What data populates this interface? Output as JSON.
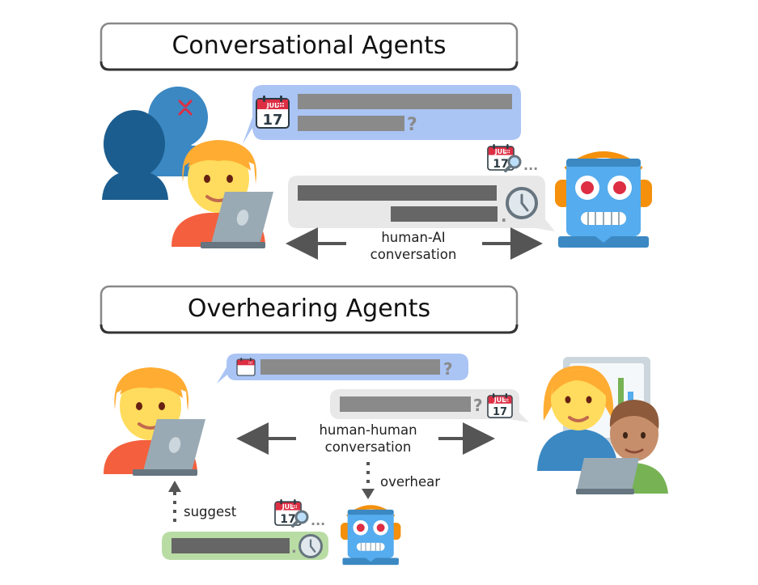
{
  "sections": {
    "conversational": {
      "title": "Conversational Agents"
    },
    "overhearing": {
      "title": "Overhearing Agents"
    }
  },
  "labels": {
    "human_ai_line1": "human-AI",
    "human_ai_line2": "conversation",
    "human_human_line1": "human-human",
    "human_human_line2": "conversation",
    "overhear": "overhear",
    "suggest": "suggest"
  },
  "icons": {
    "calendar_month": "JUL",
    "calendar_day": "17",
    "question_mark": "?",
    "ellipsis": "...",
    "period": "."
  },
  "colors": {
    "user_bubble": "#aac4f4",
    "agent_bubble": "#e8e8e8",
    "suggest_bubble": "#b9dca4",
    "text_bar": "#8a8a8a",
    "dark_bar": "#666666",
    "robot_blue": "#3b88c3",
    "robot_orange": "#f4900c",
    "skin": "#ffdc5d",
    "hair": "#ffac33",
    "laptop": "#99aab5"
  }
}
